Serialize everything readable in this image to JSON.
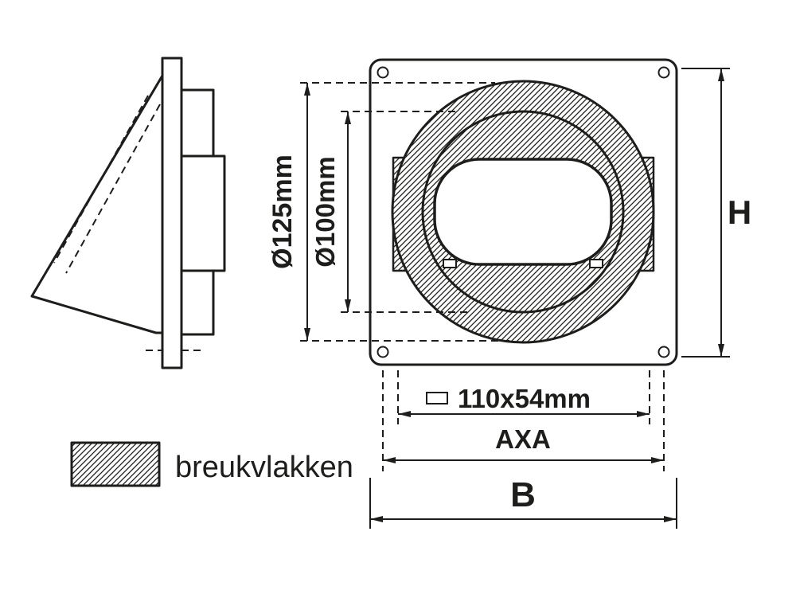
{
  "drawing": {
    "type": "technical-drawing-wall-vent",
    "labels": {
      "dim_outer_diameter": "Ø125mm",
      "dim_inner_diameter": "Ø100mm",
      "dim_height": "H",
      "dim_opening": "110x54mm",
      "dim_hole_spacing": "AXA",
      "dim_width": "B"
    },
    "legend": {
      "hatch_label": "breukvlakken"
    },
    "colors": {
      "line": "#1d1d1b",
      "hatch": "#1d1d1b",
      "background": "#ffffff"
    }
  }
}
